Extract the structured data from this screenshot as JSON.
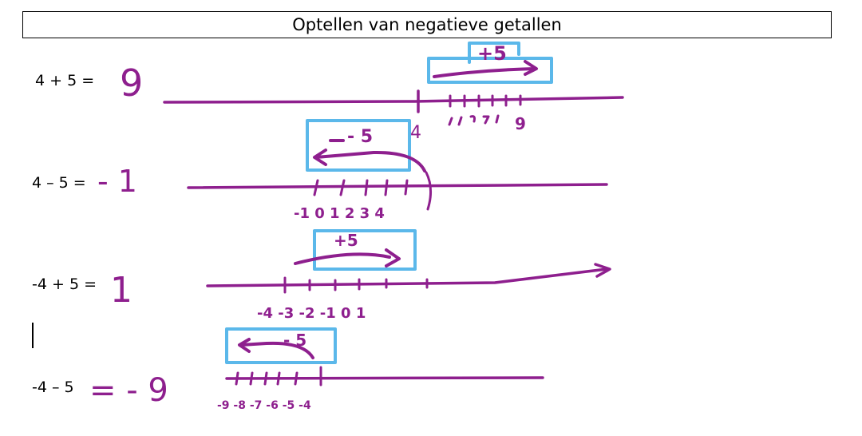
{
  "title": "Optellen van negatieve getallen",
  "colors": {
    "ink": "#8e1f8e",
    "box": "#5bb8ea",
    "text": "#000000"
  },
  "rows": [
    {
      "equation": "4 + 5 =",
      "answer": "9",
      "step": "+5",
      "start_label": "4",
      "tick_labels": "9"
    },
    {
      "equation": "4 – 5 =",
      "answer": "- 1",
      "step": "- 5",
      "tick_labels": "-1  0  1  2  3  4"
    },
    {
      "equation": "-4 + 5 =",
      "answer": "1",
      "step": "+5",
      "tick_labels": "-4  -3 -2  -1   0    1"
    },
    {
      "equation": "-4 – 5",
      "answer": "= - 9",
      "step": "- 5",
      "tick_labels": "-9 -8 -7 -6 -5 -4"
    }
  ]
}
